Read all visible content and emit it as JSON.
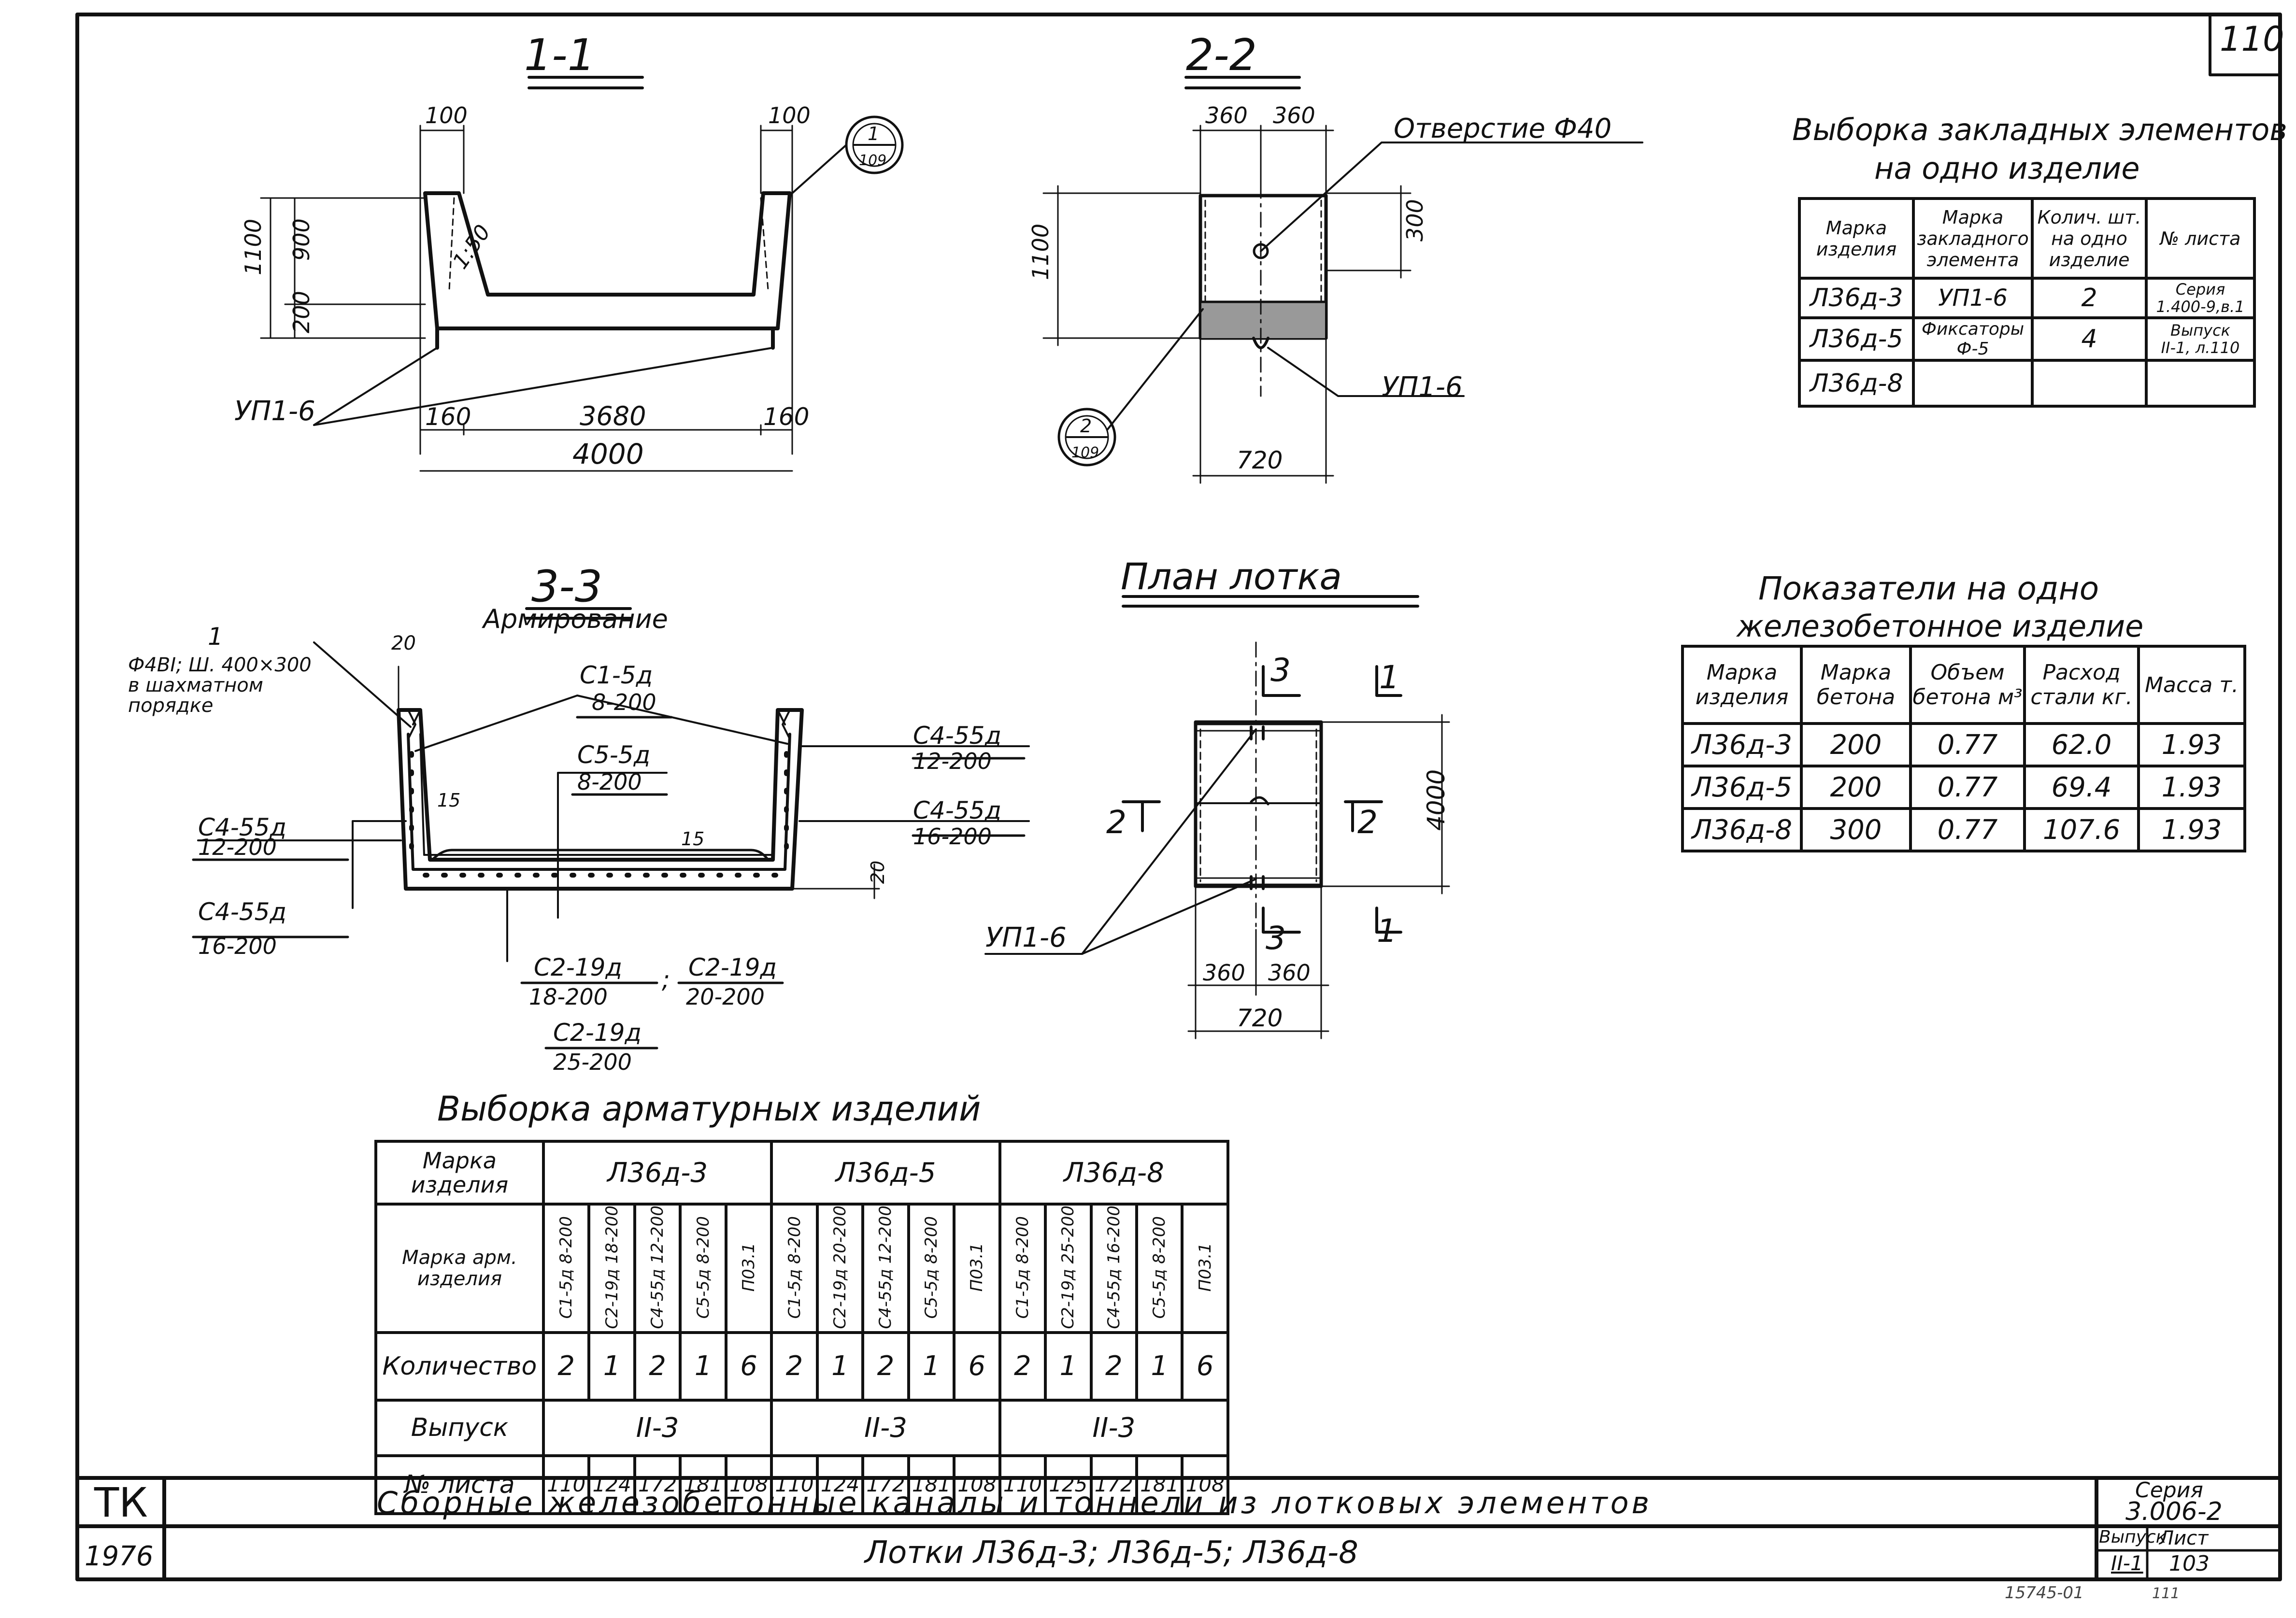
{
  "sheet_no_top": "110",
  "views": {
    "s11": {
      "title": "1-1",
      "dims": {
        "d100a": "100",
        "d100b": "100",
        "d1100": "1100",
        "d900": "900",
        "d200": "200",
        "slope": "1:50",
        "d160a": "160",
        "d3680": "3680",
        "d160b": "160",
        "d4000": "4000"
      },
      "callout_num": "1",
      "callout_sheet": "109",
      "label_up": "УП1-6"
    },
    "s22": {
      "title": "2-2",
      "dims": {
        "d360a": "360",
        "d360b": "360",
        "d1100": "1100",
        "d300": "300",
        "d720": "720"
      },
      "hole": "Отверстие Ф40",
      "label_up": "УП1-6",
      "callout_num": "2",
      "callout_sheet": "109"
    },
    "s33": {
      "title": "3-3",
      "subtitle": "Армирование",
      "note_num": "1",
      "note_l1": "Ф4ВI; Ш. 400×300",
      "note_l2": "в шахматном",
      "note_l3": "порядке",
      "d20": "20",
      "d15a": "15",
      "d15b": "15",
      "d20b": "20",
      "c15_top": "С1-5д",
      "c15_bot": "8-200",
      "c55_top": "С5-5д",
      "c55_bot": "8-200",
      "r1_top": "С4-55д",
      "r1_bot": "12-200",
      "r2_top": "С4-55д",
      "r2_bot": "16-200",
      "l1_top": "С4-55д",
      "l1_bot": "12-200",
      "l2_top": "С4-55д",
      "l2_bot": "16-200",
      "b1_top": "С2-19д",
      "b1_bot": "18-200",
      "b2_top": "С2-19д",
      "b2_bot": "20-200",
      "b3_top": "С2-19д",
      "b3_bot": "25-200"
    },
    "plan": {
      "title": "План лотка",
      "s3a": "3",
      "s1a": "1",
      "s2a": "2",
      "s2b": "2",
      "s3b": "3",
      "s1b": "1",
      "d4000": "4000",
      "d360a": "360",
      "d360b": "360",
      "d720": "720",
      "label_up": "УП1-6"
    }
  },
  "embedded": {
    "title_l1": "Выборка закладных элементов",
    "title_l2": "на одно изделие",
    "headers": [
      "Марка изделия",
      "Марка закладного элемента",
      "Колич. шт. на одно изделие",
      "№ листа"
    ],
    "products": [
      "Л36д-3",
      "Л36д-5",
      "Л36д-8"
    ],
    "rows": [
      {
        "elem": "УП1-6",
        "qty": "2",
        "sheet_l1": "Серия",
        "sheet_l2": "1.400-9,в.1"
      },
      {
        "elem": "Фиксаторы Ф-5",
        "qty": "4",
        "sheet_l1": "Выпуск",
        "sheet_l2": "II-1, л.110"
      }
    ]
  },
  "indicators": {
    "title_l1": "Показатели на одно",
    "title_l2": "железобетонное изделие",
    "headers": [
      "Марка изделия",
      "Марка бетона",
      "Объем бетона м³",
      "Расход стали кг.",
      "Масса т."
    ],
    "rows": [
      [
        "Л36д-3",
        "200",
        "0.77",
        "62.0",
        "1.93"
      ],
      [
        "Л36д-5",
        "200",
        "0.77",
        "69.4",
        "1.93"
      ],
      [
        "Л36д-8",
        "300",
        "0.77",
        "107.6",
        "1.93"
      ]
    ]
  },
  "rebar": {
    "title": "Выборка арматурных изделий",
    "hdr_product": "Марка изделия",
    "hdr_arm": "Марка арм. изделия",
    "hdr_qty": "Количество",
    "hdr_issue": "Выпуск",
    "hdr_sheet": "№ листа",
    "groups": [
      {
        "name": "Л36д-3",
        "arm": [
          "С1-5д 8-200",
          "С2-19д 18-200",
          "С4-55д 12-200",
          "С5-5д 8-200",
          "П03.1"
        ],
        "qty": [
          "2",
          "1",
          "2",
          "1",
          "6"
        ],
        "issue": "II-3",
        "sheets": [
          "110",
          "124",
          "172",
          "181",
          "108"
        ]
      },
      {
        "name": "Л36д-5",
        "arm": [
          "С1-5д 8-200",
          "С2-19д 20-200",
          "С4-55д 12-200",
          "С5-5д 8-200",
          "П03.1"
        ],
        "qty": [
          "2",
          "1",
          "2",
          "1",
          "6"
        ],
        "issue": "II-3",
        "sheets": [
          "110",
          "124",
          "172",
          "181",
          "108"
        ]
      },
      {
        "name": "Л36д-8",
        "arm": [
          "С1-5д 8-200",
          "С2-19д 25-200",
          "С4-55д 16-200",
          "С5-5д 8-200",
          "П03.1"
        ],
        "qty": [
          "2",
          "1",
          "2",
          "1",
          "6"
        ],
        "issue": "II-3",
        "sheets": [
          "110",
          "125",
          "172",
          "181",
          "108"
        ]
      }
    ]
  },
  "stamp": {
    "org": "ТК",
    "year": "1976",
    "title": "Сборные железобетонные каналы и тоннели из лотковых элементов",
    "subtitle": "Лотки Л36д-3; Л36д-5; Л36д-8",
    "series_label": "Серия",
    "series": "3.006-2",
    "issue_label": "Выпуск",
    "issue": "II-1",
    "sheet_label": "Лист",
    "sheet": "103"
  },
  "footer": {
    "code": "15745-01",
    "page": "111"
  }
}
